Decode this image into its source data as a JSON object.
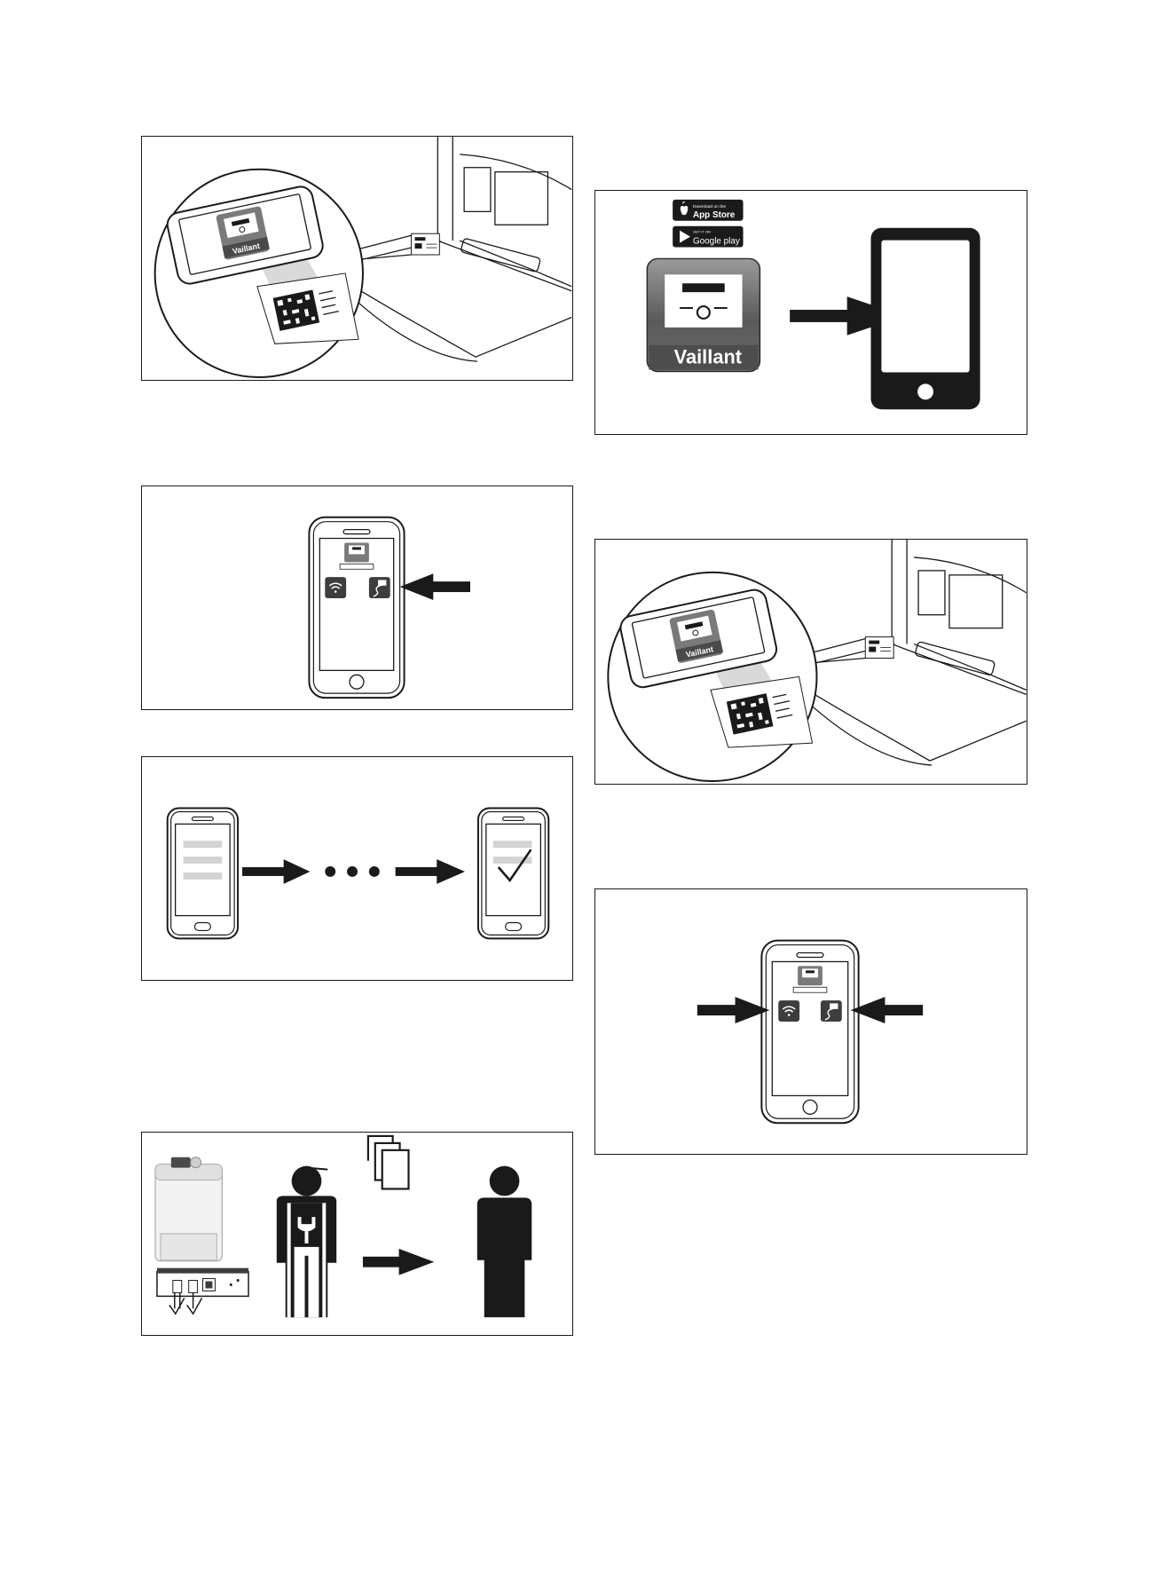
{
  "badges": {
    "app_store_small": "Download on the",
    "app_store_big": "App Store",
    "google_small": "GET IT ON",
    "google_big": "Google play"
  },
  "brand": {
    "name": "Vaillant"
  },
  "colors": {
    "ink": "#1a1a1a",
    "mid_gray": "#7a7a7a",
    "light_gray": "#cfcfcf",
    "screen_lines": "#d4d4d4"
  },
  "icons": {
    "wifi": "wifi-icon",
    "lan": "lan-cable-icon",
    "check": "check-mark-icon",
    "apple": "apple-icon",
    "play": "google-play-icon"
  }
}
